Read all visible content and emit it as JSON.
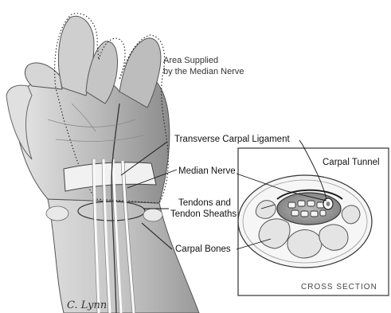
{
  "labels": {
    "area_supplied_line1": "Area Supplied",
    "area_supplied_line2": "by the Median Nerve",
    "transverse_carpal_ligament": "Transverse Carpal Ligament",
    "median_nerve": "Median Nerve",
    "tendons_line1": "Tendons and",
    "tendons_line2": "Tendon Sheaths",
    "carpal_bones": "Carpal Bones",
    "carpal_tunnel": "Carpal Tunnel",
    "cross_section": "CROSS SECTION"
  },
  "signature": "C. Lynn",
  "colors": {
    "ink": "#1a1a1a",
    "skin_light": "#d9d9d9",
    "skin_mid": "#a8a8a8",
    "skin_dark": "#6f6f6f",
    "bone": "#e9e9e9"
  }
}
